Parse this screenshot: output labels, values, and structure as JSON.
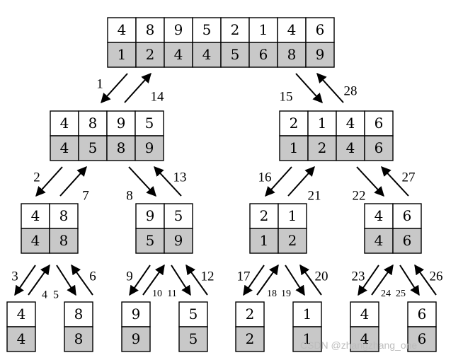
{
  "colors": {
    "top_fill": "#ffffff",
    "bottom_fill": "#c8c8c8",
    "line": "#000000",
    "watermark": "#bdbdbd"
  },
  "nodes": [
    {
      "id": "root",
      "top": [
        "4",
        "8",
        "9",
        "5",
        "2",
        "1",
        "4",
        "6"
      ],
      "bottom": [
        "1",
        "2",
        "4",
        "4",
        "5",
        "6",
        "8",
        "9"
      ]
    },
    {
      "id": "L",
      "top": [
        "4",
        "8",
        "9",
        "5"
      ],
      "bottom": [
        "4",
        "5",
        "8",
        "9"
      ]
    },
    {
      "id": "R",
      "top": [
        "2",
        "1",
        "4",
        "6"
      ],
      "bottom": [
        "1",
        "2",
        "4",
        "6"
      ]
    },
    {
      "id": "LL",
      "top": [
        "4",
        "8"
      ],
      "bottom": [
        "4",
        "8"
      ]
    },
    {
      "id": "LR",
      "top": [
        "9",
        "5"
      ],
      "bottom": [
        "5",
        "9"
      ]
    },
    {
      "id": "RL",
      "top": [
        "2",
        "1"
      ],
      "bottom": [
        "1",
        "2"
      ]
    },
    {
      "id": "RR",
      "top": [
        "4",
        "6"
      ],
      "bottom": [
        "4",
        "6"
      ]
    },
    {
      "id": "LLL",
      "top": [
        "4"
      ],
      "bottom": [
        "4"
      ]
    },
    {
      "id": "LLR",
      "top": [
        "8"
      ],
      "bottom": [
        "8"
      ]
    },
    {
      "id": "LRL",
      "top": [
        "9"
      ],
      "bottom": [
        "9"
      ]
    },
    {
      "id": "LRR",
      "top": [
        "5"
      ],
      "bottom": [
        "5"
      ]
    },
    {
      "id": "RLL",
      "top": [
        "2"
      ],
      "bottom": [
        "2"
      ]
    },
    {
      "id": "RLR",
      "top": [
        "1"
      ],
      "bottom": [
        "1"
      ]
    },
    {
      "id": "RRL",
      "top": [
        "4"
      ],
      "bottom": [
        "4"
      ]
    },
    {
      "id": "RRR",
      "top": [
        "6"
      ],
      "bottom": [
        "6"
      ]
    }
  ],
  "steps": {
    "s1": "1",
    "s2": "2",
    "s3": "3",
    "s4": "4",
    "s5": "5",
    "s6": "6",
    "s7": "7",
    "s8": "8",
    "s9": "9",
    "s10": "10",
    "s11": "11",
    "s12": "12",
    "s13": "13",
    "s14": "14",
    "s15": "15",
    "s16": "16",
    "s17": "17",
    "s18": "18",
    "s19": "19",
    "s20": "20",
    "s21": "21",
    "s22": "22",
    "s23": "23",
    "s24": "24",
    "s25": "25",
    "s26": "26",
    "s27": "27",
    "s28": "28"
  },
  "watermark": "CSDN @zhangzhang_one"
}
